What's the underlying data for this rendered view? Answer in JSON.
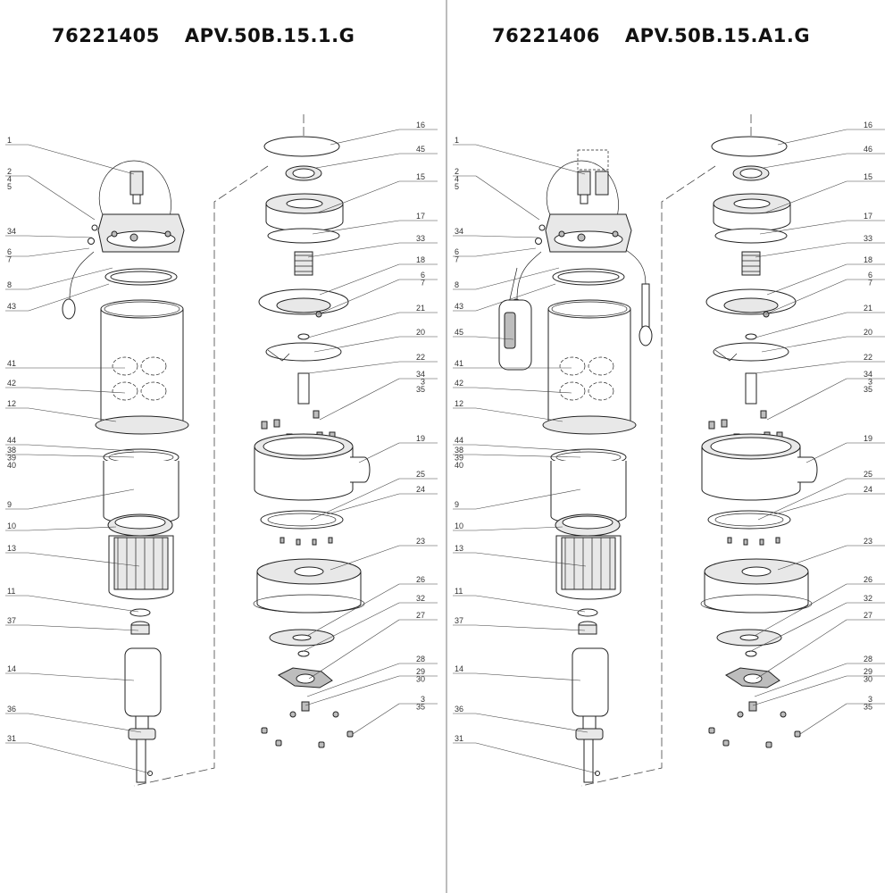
{
  "panels": [
    {
      "code": "76221405",
      "model": "APV.50B.15.1.G",
      "left_labels": [
        [
          "1"
        ],
        [
          "2",
          "4",
          "5"
        ],
        [
          "34"
        ],
        [
          "6",
          "7"
        ],
        [
          "8"
        ],
        [
          "43"
        ],
        [
          "41"
        ],
        [
          "42"
        ],
        [
          "12"
        ],
        [
          "44"
        ],
        [
          "38",
          "39",
          "40"
        ],
        [
          "9"
        ],
        [
          "10"
        ],
        [
          "13"
        ],
        [
          "11"
        ],
        [
          "37"
        ],
        [
          "14"
        ],
        [
          "36"
        ],
        [
          "31"
        ]
      ],
      "right_labels": [
        [
          "16"
        ],
        [
          "45"
        ],
        [
          "15"
        ],
        [
          "17"
        ],
        [
          "33"
        ],
        [
          "18"
        ],
        [
          "6",
          "7"
        ],
        [
          "21"
        ],
        [
          "20"
        ],
        [
          "22"
        ],
        [
          "34",
          "3",
          "35"
        ],
        [
          "19"
        ],
        [
          "25"
        ],
        [
          "24"
        ],
        [
          "23"
        ],
        [
          "26"
        ],
        [
          "32"
        ],
        [
          "27"
        ],
        [
          "28"
        ],
        [
          "29",
          "30"
        ],
        [
          "3",
          "35"
        ]
      ]
    },
    {
      "code": "76221406",
      "model": "APV.50B.15.A1.G",
      "left_labels": [
        [
          "1"
        ],
        [
          "2",
          "4",
          "5"
        ],
        [
          "34"
        ],
        [
          "6",
          "7"
        ],
        [
          "8"
        ],
        [
          "43"
        ],
        [
          "45"
        ],
        [
          "41"
        ],
        [
          "42"
        ],
        [
          "12"
        ],
        [
          "44"
        ],
        [
          "38",
          "39",
          "40"
        ],
        [
          "9"
        ],
        [
          "10"
        ],
        [
          "13"
        ],
        [
          "11"
        ],
        [
          "37"
        ],
        [
          "14"
        ],
        [
          "36"
        ],
        [
          "31"
        ]
      ],
      "right_labels": [
        [
          "16"
        ],
        [
          "46"
        ],
        [
          "15"
        ],
        [
          "17"
        ],
        [
          "33"
        ],
        [
          "18"
        ],
        [
          "6",
          "7"
        ],
        [
          "21"
        ],
        [
          "20"
        ],
        [
          "22"
        ],
        [
          "34",
          "3",
          "35"
        ],
        [
          "19"
        ],
        [
          "25"
        ],
        [
          "24"
        ],
        [
          "23"
        ],
        [
          "26"
        ],
        [
          "32"
        ],
        [
          "27"
        ],
        [
          "28"
        ],
        [
          "29",
          "30"
        ],
        [
          "3",
          "35"
        ]
      ]
    }
  ]
}
